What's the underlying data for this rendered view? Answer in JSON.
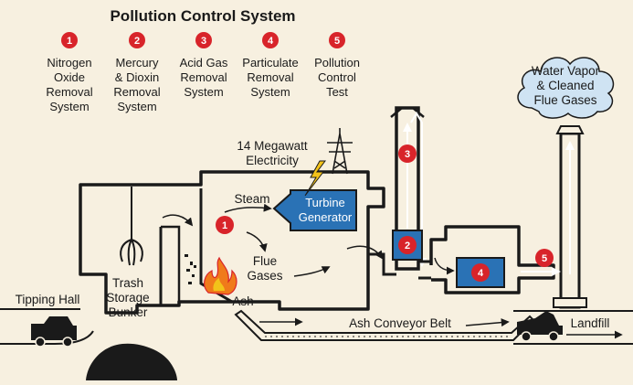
{
  "title": "Pollution Control System",
  "legend": [
    {
      "num": "1",
      "lines": [
        "Nitrogen",
        "Oxide",
        "Removal",
        "System"
      ]
    },
    {
      "num": "2",
      "lines": [
        "Mercury",
        "& Dioxin",
        "Removal",
        "System"
      ]
    },
    {
      "num": "3",
      "lines": [
        "Acid Gas",
        "Removal",
        "System"
      ]
    },
    {
      "num": "4",
      "lines": [
        "Particulate",
        "Removal",
        "System"
      ]
    },
    {
      "num": "5",
      "lines": [
        "Pollution",
        "Control",
        "Test"
      ]
    }
  ],
  "labels": {
    "electricity": [
      "14 Megawatt",
      "Electricity"
    ],
    "steam": "Steam",
    "turbine": [
      "Turbine",
      "Generator"
    ],
    "flue_gases": [
      "Flue",
      "Gases"
    ],
    "ash": "Ash",
    "trash_storage": [
      "Trash",
      "Storage",
      "Bunker"
    ],
    "tipping_hall": "Tipping Hall",
    "ash_conveyor": "Ash Conveyor Belt",
    "landfill": "Landfill",
    "stack_output": [
      "Water Vapor",
      "& Cleaned",
      "Flue Gases"
    ]
  },
  "markers": {
    "m1": "1",
    "m2": "2",
    "m3": "3",
    "m4": "4",
    "m5": "5"
  },
  "colors": {
    "background": "#f7f0e0",
    "marker_red": "#d8242a",
    "equipment_blue": "#2a72b5",
    "outline": "#1a1a1a",
    "cloud": "#cfe3f3",
    "lightning": "#f2c21a",
    "fire": "#f07a1a"
  },
  "icons": [
    "power-tower-icon",
    "lightning-bolt-icon",
    "claw-crane-icon",
    "fire-icon",
    "dump-truck-icon",
    "cloud-icon"
  ]
}
